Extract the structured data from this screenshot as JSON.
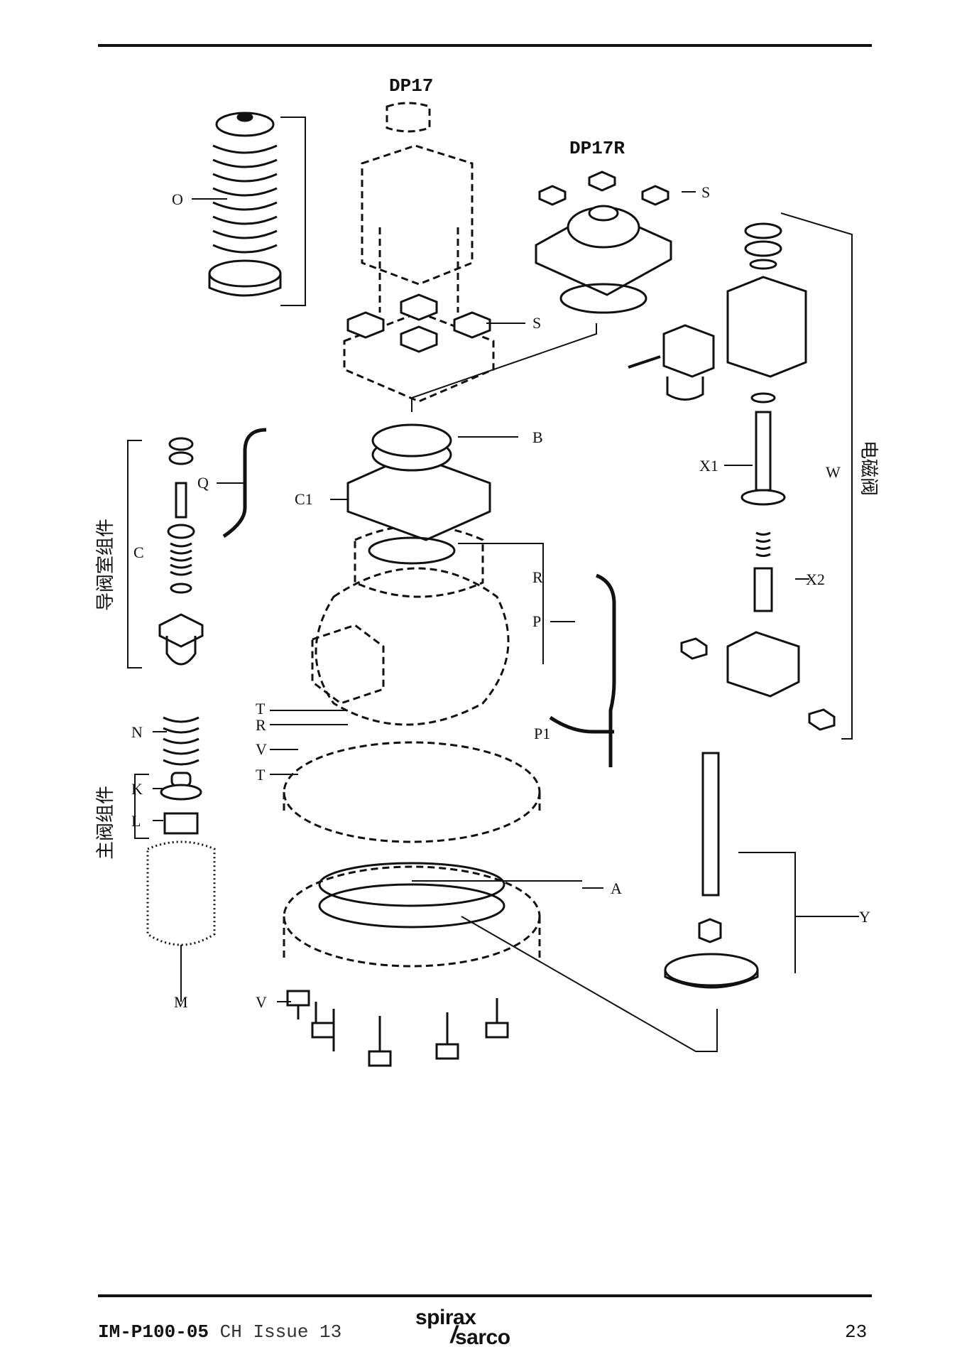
{
  "diagram": {
    "title_main": "DP17",
    "title_variant": "DP17R",
    "part_labels": {
      "O": "O",
      "S1": "S",
      "S2": "S",
      "B": "B",
      "C1": "C1",
      "Q": "Q",
      "C": "C",
      "R": "R",
      "P": "P",
      "P1": "P1",
      "T1": "T",
      "R2": "R",
      "V1": "V",
      "T2": "T",
      "N": "N",
      "K": "K",
      "L": "L",
      "M": "M",
      "V2": "V",
      "A": "A",
      "Y": "Y",
      "X1": "X1",
      "X2": "X2",
      "W": "W"
    },
    "group_labels": {
      "pilot_chamber": "导阀室组件",
      "main_valve": "主阀组件",
      "solenoid_valve": "电磁阀"
    }
  },
  "footer": {
    "doc_code": "IM-P100-05",
    "doc_suffix": " CH Issue 13",
    "logo_top": "spirax",
    "logo_bottom": "sarco",
    "page_number": "23"
  }
}
